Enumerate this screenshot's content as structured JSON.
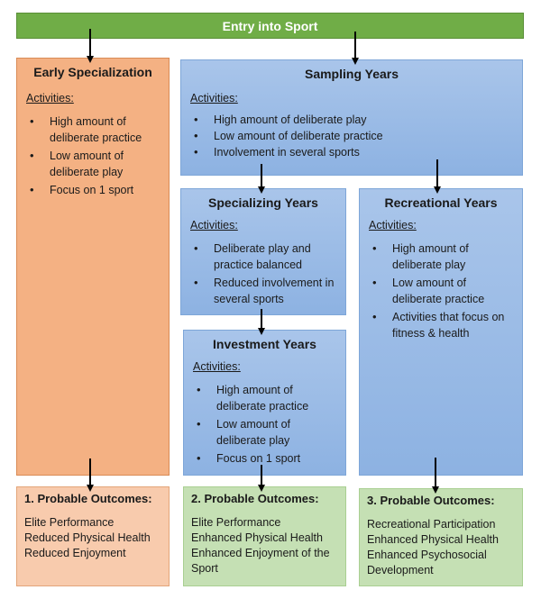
{
  "entry": "Entry into Sport",
  "early": {
    "title": "Early Specialization",
    "activities_label": "Activities:",
    "items": [
      "High amount of deliberate practice",
      "Low amount of deliberate play",
      "Focus on 1 sport"
    ]
  },
  "sampling": {
    "title": "Sampling Years",
    "activities_label": "Activities:",
    "items": [
      "High amount of deliberate play",
      "Low amount of deliberate practice",
      "Involvement in several sports"
    ]
  },
  "specializing": {
    "title": "Specializing Years",
    "activities_label": "Activities:",
    "items": [
      "Deliberate play and practice balanced",
      "Reduced involvement in several sports"
    ]
  },
  "recreational": {
    "title": "Recreational Years",
    "activities_label": "Activities:",
    "items": [
      "High amount of deliberate play",
      "Low amount of deliberate practice",
      "Activities that focus on fitness & health"
    ]
  },
  "investment": {
    "title": "Investment Years",
    "activities_label": "Activities:",
    "items": [
      "High amount of deliberate practice",
      "Low amount of deliberate play",
      "Focus on 1 sport"
    ]
  },
  "outcomes": [
    {
      "title": "1.   Probable Outcomes:",
      "lines": [
        "Elite Performance",
        "Reduced Physical Health",
        "Reduced Enjoyment"
      ]
    },
    {
      "title": "2.  Probable Outcomes:",
      "lines": [
        "Elite Performance",
        "Enhanced Physical Health",
        "Enhanced Enjoyment of the Sport"
      ]
    },
    {
      "title": "3.  Probable Outcomes:",
      "lines": [
        "Recreational Participation",
        "Enhanced Physical Health",
        "Enhanced Psychosocial Development"
      ]
    }
  ],
  "colors": {
    "entry_bar": "#70ad47",
    "early_box": "#f4b183",
    "outcome_early": "#f8cbad",
    "stage_boxes": "#9dbde6",
    "outcome_boxes": "#c5e0b4"
  }
}
